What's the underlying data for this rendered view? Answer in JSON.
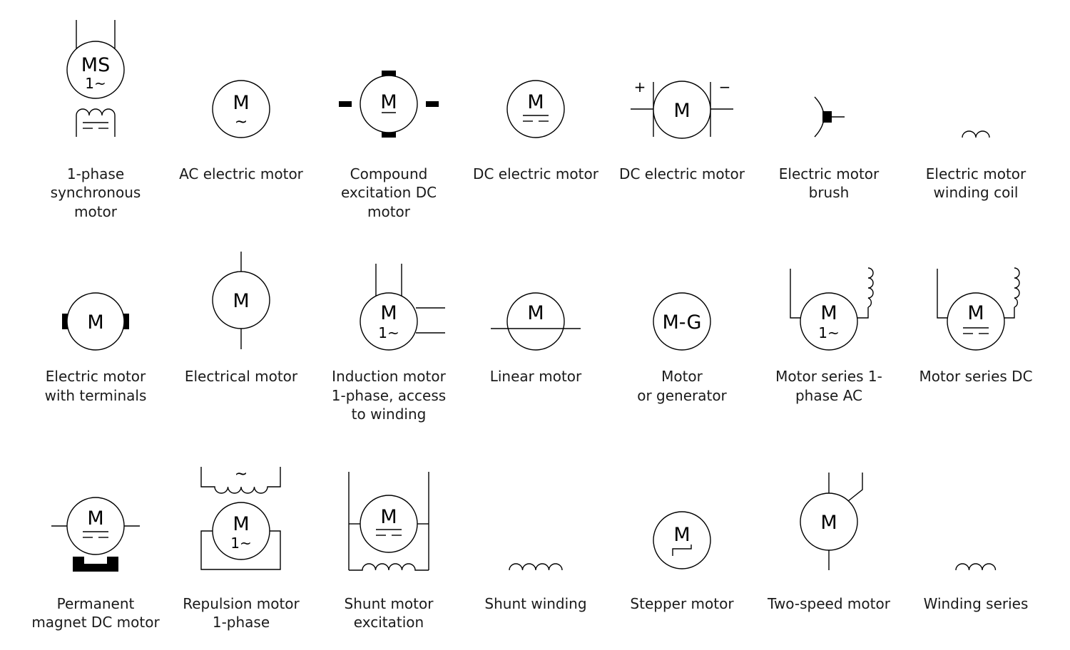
{
  "title": "Electric motor symbols",
  "symbols": [
    {
      "id": "1-phase-synchronous-motor",
      "label_lines": [
        "1-phase",
        "synchronous",
        "motor"
      ],
      "glyph": "MS",
      "sub": "1~"
    },
    {
      "id": "ac-electric-motor",
      "label_lines": [
        "AC electric motor"
      ],
      "glyph": "M",
      "sub": "~"
    },
    {
      "id": "compound-excitation-dc-motor",
      "label_lines": [
        "Compound",
        "excitation DC",
        "motor"
      ],
      "glyph": "M"
    },
    {
      "id": "dc-electric-motor-1",
      "label_lines": [
        "DC electric motor"
      ],
      "glyph": "M"
    },
    {
      "id": "dc-electric-motor-2",
      "label_lines": [
        "DC electric motor"
      ],
      "glyph": "M",
      "plus": "+",
      "minus": "−"
    },
    {
      "id": "electric-motor-brush",
      "label_lines": [
        "Electric motor",
        "brush"
      ]
    },
    {
      "id": "electric-motor-winding-coil",
      "label_lines": [
        "Electric motor",
        "winding coil"
      ]
    },
    {
      "id": "electric-motor-with-terminals",
      "label_lines": [
        "Electric motor",
        "with terminals"
      ],
      "glyph": "M"
    },
    {
      "id": "electrical-motor",
      "label_lines": [
        "Electrical motor"
      ],
      "glyph": "M"
    },
    {
      "id": "induction-motor-1-phase",
      "label_lines": [
        "Induction motor",
        "1-phase, access",
        "to winding"
      ],
      "glyph": "M",
      "sub": "1~"
    },
    {
      "id": "linear-motor",
      "label_lines": [
        "Linear motor"
      ],
      "glyph": "M"
    },
    {
      "id": "motor-or-generator",
      "label_lines": [
        "Motor",
        "or generator"
      ],
      "glyph": "M-G"
    },
    {
      "id": "motor-series-1-phase-ac",
      "label_lines": [
        "Motor series 1-",
        "phase AC"
      ],
      "glyph": "M",
      "sub": "1~"
    },
    {
      "id": "motor-series-dc",
      "label_lines": [
        "Motor series DC"
      ],
      "glyph": "M"
    },
    {
      "id": "permanent-magnet-dc-motor",
      "label_lines": [
        "Permanent",
        "magnet DC motor"
      ],
      "glyph": "M"
    },
    {
      "id": "repulsion-motor-1-phase",
      "label_lines": [
        "Repulsion motor",
        "1-phase"
      ],
      "glyph": "M",
      "sub": "1~",
      "top": "~"
    },
    {
      "id": "shunt-motor-excitation",
      "label_lines": [
        "Shunt motor",
        "excitation"
      ],
      "glyph": "M"
    },
    {
      "id": "shunt-winding",
      "label_lines": [
        "Shunt winding"
      ]
    },
    {
      "id": "stepper-motor",
      "label_lines": [
        "Stepper motor"
      ],
      "glyph": "M"
    },
    {
      "id": "two-speed-motor",
      "label_lines": [
        "Two-speed motor"
      ],
      "glyph": "M"
    },
    {
      "id": "winding-series",
      "label_lines": [
        "Winding series"
      ]
    }
  ]
}
